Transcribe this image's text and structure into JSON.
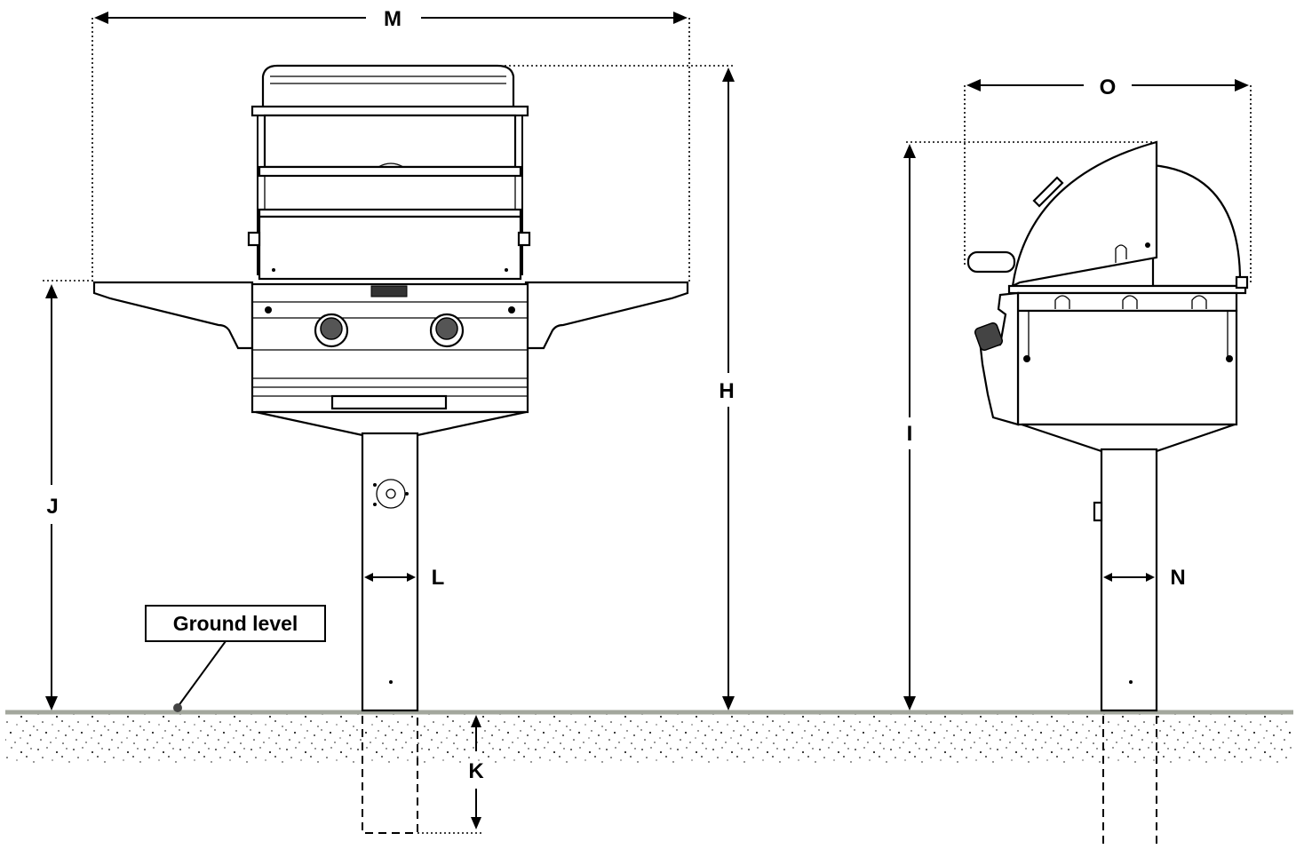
{
  "dimensions": {
    "M": "M",
    "H": "H",
    "J": "J",
    "L": "L",
    "K": "K",
    "O": "O",
    "I": "I",
    "N": "N"
  },
  "callout": {
    "ground_level": "Ground level"
  },
  "colors": {
    "ground_line": "#a3a79d",
    "soil_speckle": "#000000",
    "outline": "#000000"
  }
}
